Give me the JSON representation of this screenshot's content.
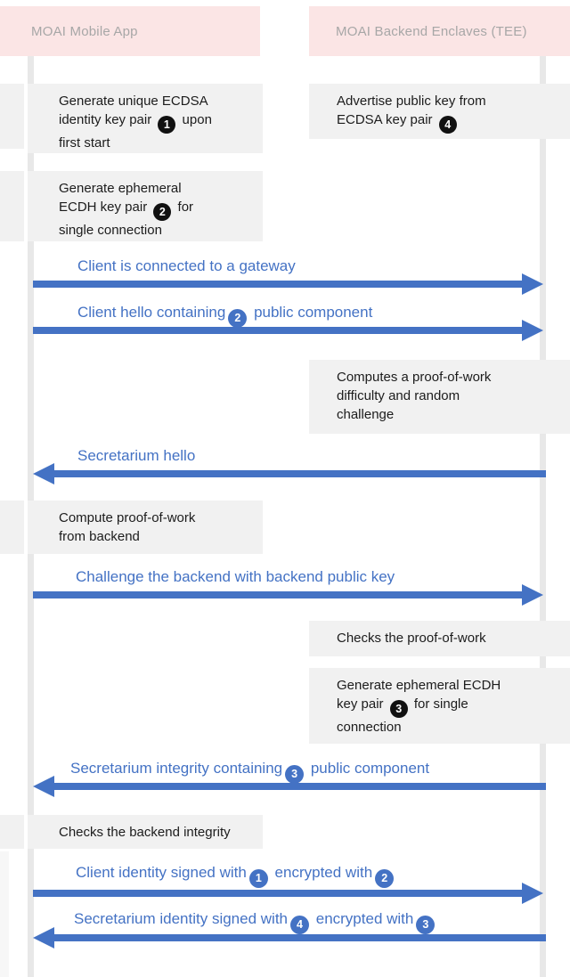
{
  "figure": {
    "type": "sequence-diagram",
    "title": "MOAI secure connection handshake"
  },
  "participants": [
    {
      "id": "client",
      "label": "MOAI Mobile App"
    },
    {
      "id": "backend",
      "label": "MOAI Backend Enclaves (TEE)"
    }
  ],
  "colors": {
    "header_bg": "#fbe5e5",
    "header_text": "#a7a7a7",
    "note_bg": "#f1f1f1",
    "note_text": "#1c1c1c",
    "lifeline": "#e8e8e8",
    "accent": "#4472c4",
    "badge_dark": "#111111",
    "badge_text": "#ffffff"
  },
  "notes": [
    {
      "id": "n1",
      "side": "left",
      "lines": [
        [
          {
            "t": "Generate unique ECDSA"
          }
        ],
        [
          {
            "t": "identity key pair"
          },
          {
            "b": "1"
          },
          {
            "t": "upon"
          }
        ],
        [
          {
            "t": "first start"
          }
        ]
      ]
    },
    {
      "id": "n2",
      "side": "right",
      "lines": [
        [
          {
            "t": "Advertise public key from"
          }
        ],
        [
          {
            "t": "ECDSA key pair"
          },
          {
            "b": "4"
          }
        ]
      ]
    },
    {
      "id": "n3",
      "side": "left",
      "lines": [
        [
          {
            "t": "Generate ephemeral"
          }
        ],
        [
          {
            "t": "ECDH key pair"
          },
          {
            "b": "2"
          },
          {
            "t": "for"
          }
        ],
        [
          {
            "t": "single connection"
          }
        ]
      ]
    },
    {
      "id": "n4",
      "side": "right",
      "lines": [
        [
          {
            "t": "Computes a proof-of-work"
          }
        ],
        [
          {
            "t": "difficulty and random"
          }
        ],
        [
          {
            "t": "challenge"
          }
        ]
      ]
    },
    {
      "id": "n5",
      "side": "left",
      "lines": [
        [
          {
            "t": "Compute proof-of-work"
          }
        ],
        [
          {
            "t": "from backend"
          }
        ]
      ]
    },
    {
      "id": "n6",
      "side": "right",
      "lines": [
        [
          {
            "t": "Checks the proof-of-work"
          }
        ]
      ]
    },
    {
      "id": "n7",
      "side": "right",
      "lines": [
        [
          {
            "t": "Generate ephemeral ECDH"
          }
        ],
        [
          {
            "t": "key pair"
          },
          {
            "b": "3"
          },
          {
            "t": "for single"
          }
        ],
        [
          {
            "t": "connection"
          }
        ]
      ]
    },
    {
      "id": "n8",
      "side": "left",
      "lines": [
        [
          {
            "t": "Checks the backend integrity"
          }
        ]
      ]
    }
  ],
  "messages": [
    {
      "id": "m1",
      "dir": "right",
      "segments": [
        {
          "t": "Client is connected to a gateway"
        }
      ]
    },
    {
      "id": "m2",
      "dir": "right",
      "segments": [
        {
          "t": "Client hello containing"
        },
        {
          "b": "2"
        },
        {
          "t": "public component"
        }
      ]
    },
    {
      "id": "m3",
      "dir": "left",
      "segments": [
        {
          "t": "Secretarium hello"
        }
      ]
    },
    {
      "id": "m4",
      "dir": "right",
      "segments": [
        {
          "t": "Challenge the backend with backend public key"
        }
      ]
    },
    {
      "id": "m5",
      "dir": "left",
      "segments": [
        {
          "t": "Secretarium integrity containing"
        },
        {
          "b": "3"
        },
        {
          "t": "public component"
        }
      ]
    },
    {
      "id": "m6",
      "dir": "right",
      "segments": [
        {
          "t": "Client identity signed with"
        },
        {
          "b": "1"
        },
        {
          "t": "encrypted with"
        },
        {
          "b": "2"
        }
      ]
    },
    {
      "id": "m7",
      "dir": "left",
      "segments": [
        {
          "t": "Secretarium identity signed with"
        },
        {
          "b": "4"
        },
        {
          "t": "encrypted with"
        },
        {
          "b": "3"
        }
      ]
    }
  ]
}
